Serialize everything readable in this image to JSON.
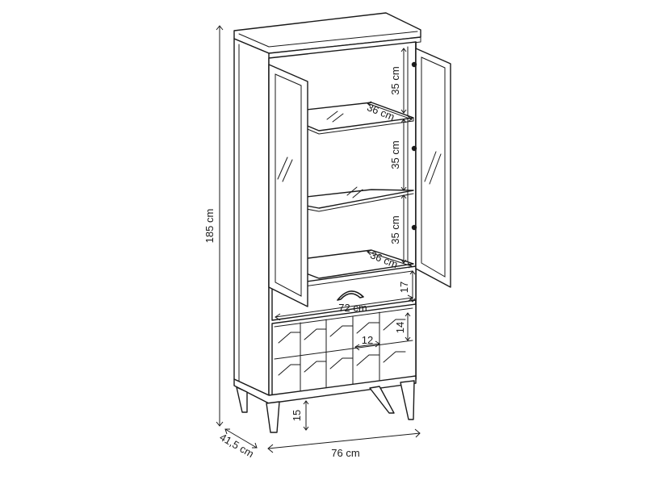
{
  "dimensions": {
    "height_total": "185 cm",
    "depth": "41,5 cm",
    "width": "76 cm",
    "leg_height": "15",
    "shelf_gap_top": "35 cm",
    "shelf_gap_middle": "35 cm",
    "shelf_gap_bottom": "35 cm",
    "shelf_depth_top": "36 cm",
    "shelf_depth_bottom": "36 cm",
    "drawer_width": "72 cm",
    "drawer_height": "17",
    "bottle_cell_width": "12",
    "bottle_cell_height": "14"
  },
  "colors": {
    "line": "#1a1a1a",
    "background": "#ffffff"
  },
  "icons": {
    "drawer_handle": "arched-pull-handle-icon",
    "hinge": "hinge-icon"
  }
}
